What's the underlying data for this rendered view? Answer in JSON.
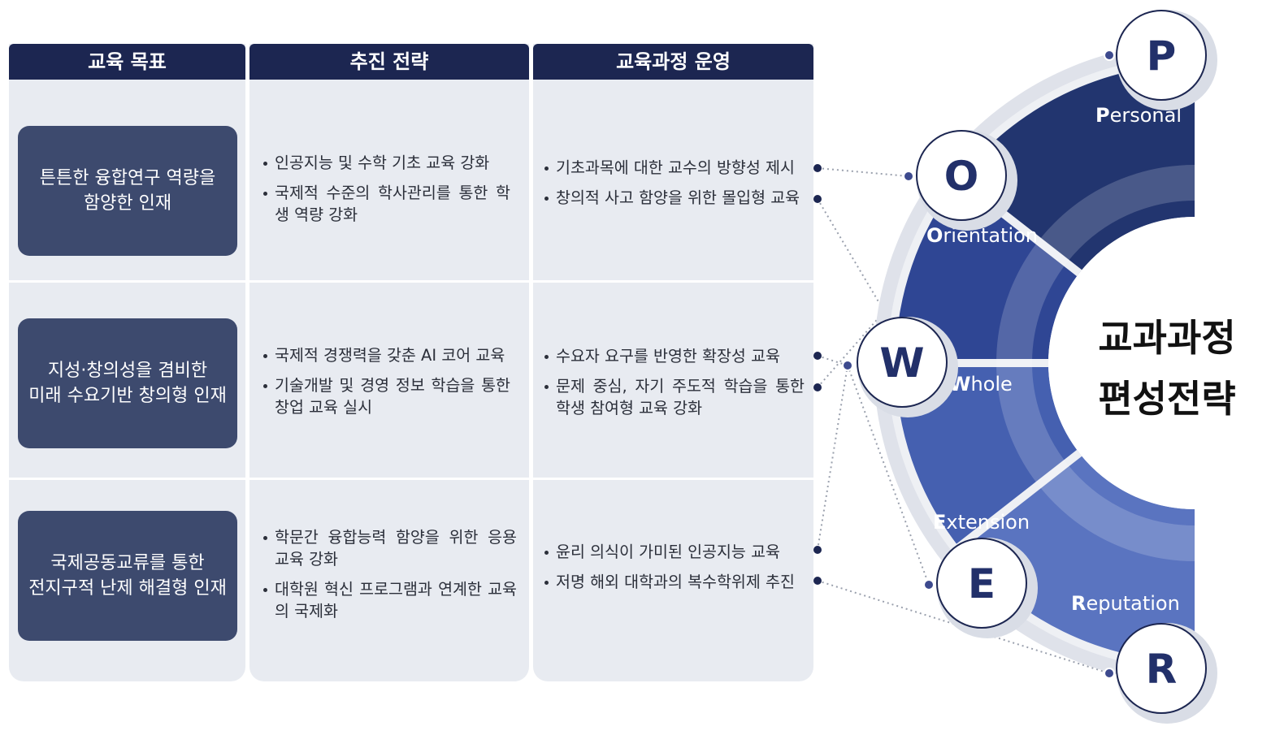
{
  "headers": [
    "교육 목표",
    "추진 전략",
    "교육과정 운영"
  ],
  "rows": [
    {
      "goal": [
        "튼튼한 융합연구 역량을",
        "함양한 인재"
      ],
      "strategy": [
        "인공지능 및 수학 기초 교육 강화",
        "국제적 수준의 학사관리를 통한 학생 역량 강화"
      ],
      "operation": [
        "기초과목에 대한 교수의 방향성 제시",
        "창의적 사고 함양을 위한 몰입형 교육"
      ]
    },
    {
      "goal": [
        "지성·창의성을 겸비한",
        "미래 수요기반 창의형 인재"
      ],
      "strategy": [
        "국제적 경쟁력을 갖춘 AI 코어 교육",
        "기술개발 및 경영 정보 학습을 통한 창업 교육 실시"
      ],
      "operation": [
        "수요자 요구를 반영한 확장성 교육",
        "문제 중심, 자기 주도적 학습을 통한 학생 참여형 교육 강화"
      ]
    },
    {
      "goal": [
        "국제공동교류를 통한",
        "전지구적 난제 해결형 인재"
      ],
      "strategy": [
        "학문간 융합능력 함양을 위한 응용 교육 강화",
        "대학원 혁신 프로그램과 연계한 교육의 국제화"
      ],
      "operation": [
        "윤리 의식이 가미된 인공지능 교육",
        "저명 해외 대학과의 복수학위제 추진"
      ]
    }
  ],
  "power": [
    {
      "letter": "P",
      "first": "P",
      "rest": "ersonal"
    },
    {
      "letter": "O",
      "first": "O",
      "rest": "rientation"
    },
    {
      "letter": "W",
      "first": "W",
      "rest": "hole"
    },
    {
      "letter": "E",
      "first": "E",
      "rest": "xtension"
    },
    {
      "letter": "R",
      "first": "R",
      "rest": "eputation"
    }
  ],
  "center_title": [
    "교과과정",
    "편성전략"
  ],
  "colors": {
    "header": "#1c2651",
    "column_bg": "#e8ebf1",
    "goal_box": "#3d4a6e",
    "segment_p": "#5a74c0",
    "segment_o": "#4560b0",
    "segment_w": "#2f4694",
    "segment_e": "#22356f",
    "segment_r": "#18264f"
  }
}
